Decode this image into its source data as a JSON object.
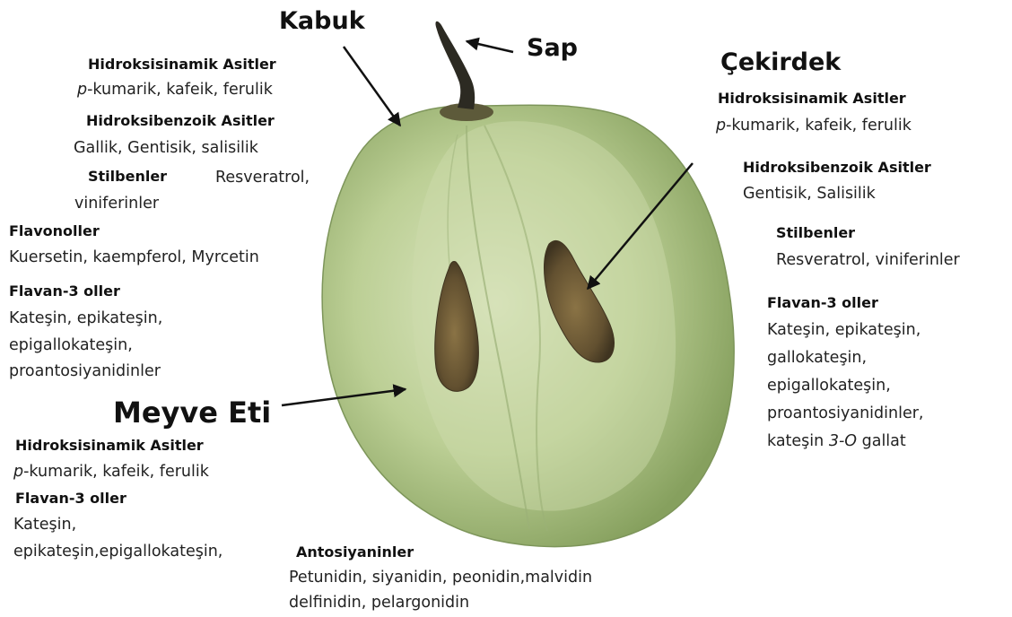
{
  "labels": {
    "kabuk": "Kabuk",
    "sap": "Sap",
    "cekirdek": "Çekirdek",
    "meyve_eti": "Meyve Eti"
  },
  "kabuk_section": {
    "hidroksisinamik_title": "Hidroksisinamik Asitler",
    "hidroksisinamik_p": "p",
    "hidroksisinamik_rest": "-kumarik, kafeik, ferulik",
    "hidroksibenzoik_title": "Hidroksibenzoik Asitler",
    "hidroksibenzoik_text": "Gallik, Gentisik, salisilik",
    "stilbenler_title": "Stilbenler",
    "stilbenler_text1": "Resveratrol,",
    "stilbenler_text2": "viniferinler",
    "flavonoller_title": "Flavonoller",
    "flavonoller_text": "Kuersetin, kaempferol, Myrcetin",
    "flavan_title": "Flavan-3 oller",
    "flavan_line1": "Kateşin, epikateşin,",
    "flavan_line2": "epigallokateşin,",
    "flavan_line3": "proantosiyanidinler"
  },
  "cekirdek_section": {
    "hidroksisinamik_title": "Hidroksisinamik Asitler",
    "hidroksisinamik_p": "p",
    "hidroksisinamik_rest": "-kumarik, kafeik, ferulik",
    "hidroksibenzoik_title": "Hidroksibenzoik Asitler",
    "hidroksibenzoik_text": "Gentisik, Salisilik",
    "stilbenler_title": "Stilbenler",
    "stilbenler_text": "Resveratrol, viniferinler",
    "flavan_title": "Flavan-3 oller",
    "flavan_line1": "Kateşin, epikateşin,",
    "flavan_line2": "gallokateşin,",
    "flavan_line3": "epigallokateşin,",
    "flavan_line4": "proantosiyanidinler,",
    "flavan_line5_a": "kateşin ",
    "flavan_line5_b": "3-O",
    "flavan_line5_c": " gallat"
  },
  "meyve_section": {
    "hidroksisinamik_title": "Hidroksisinamik Asitler",
    "hidroksisinamik_p": "p",
    "hidroksisinamik_rest": "-kumarik, kafeik, ferulik",
    "flavan_title": "Flavan-3 oller",
    "flavan_line1": "Kateşin,",
    "flavan_line2": "epikateşin,epigallokateşin,"
  },
  "antosiyanin_section": {
    "title": "Antosiyaninler",
    "line1": "Petunidin, siyanidin, peonidin,malvidin",
    "line2": "delfinidin, pelargonidin"
  },
  "colors": {
    "grape_light": "#d3e0b4",
    "grape_mid": "#aabf82",
    "grape_dark": "#7f9a58",
    "seed": "#6e5a36",
    "stem": "#2c2a22"
  }
}
